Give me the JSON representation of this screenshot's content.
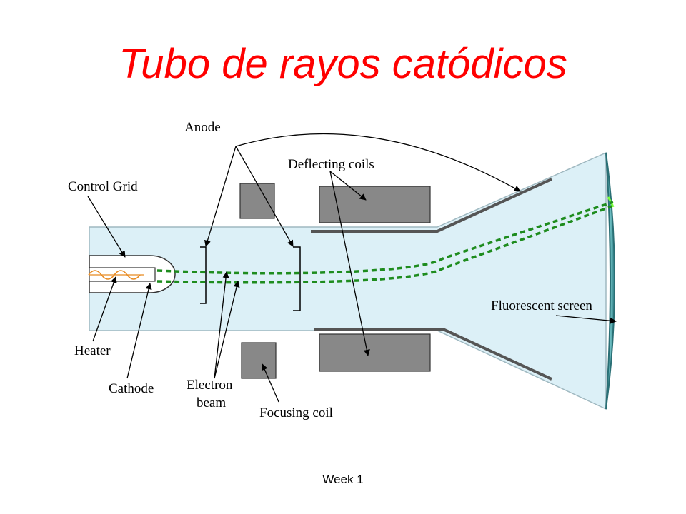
{
  "slide": {
    "title": "Tubo de rayos catódicos",
    "footer": "Week 1"
  },
  "labels": {
    "anode": "Anode",
    "deflecting_coils": "Deflecting coils",
    "control_grid": "Control Grid",
    "fluorescent_screen": "Fluorescent screen",
    "heater": "Heater",
    "cathode": "Cathode",
    "electron_beam_line1": "Electron",
    "electron_beam_line2": "beam",
    "focusing_coil": "Focusing coil"
  },
  "colors": {
    "title": "#ff0000",
    "tube_fill": "#dcf0f7",
    "coil_fill": "#888888",
    "beam": "#1e8c1e",
    "heater": "#e88a20",
    "screen_edge": "#3a8a8a"
  }
}
